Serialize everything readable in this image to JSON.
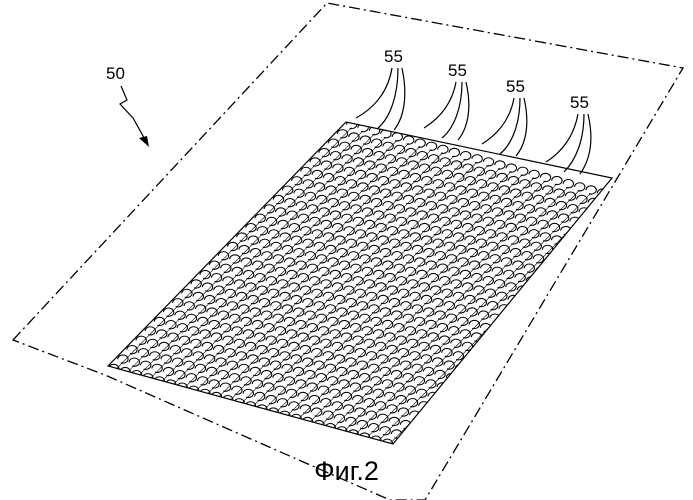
{
  "figure": {
    "caption": "Фиг.2",
    "reference_numerals": {
      "assembly": "50",
      "strand_callouts": [
        "55",
        "55",
        "55",
        "55"
      ]
    }
  }
}
